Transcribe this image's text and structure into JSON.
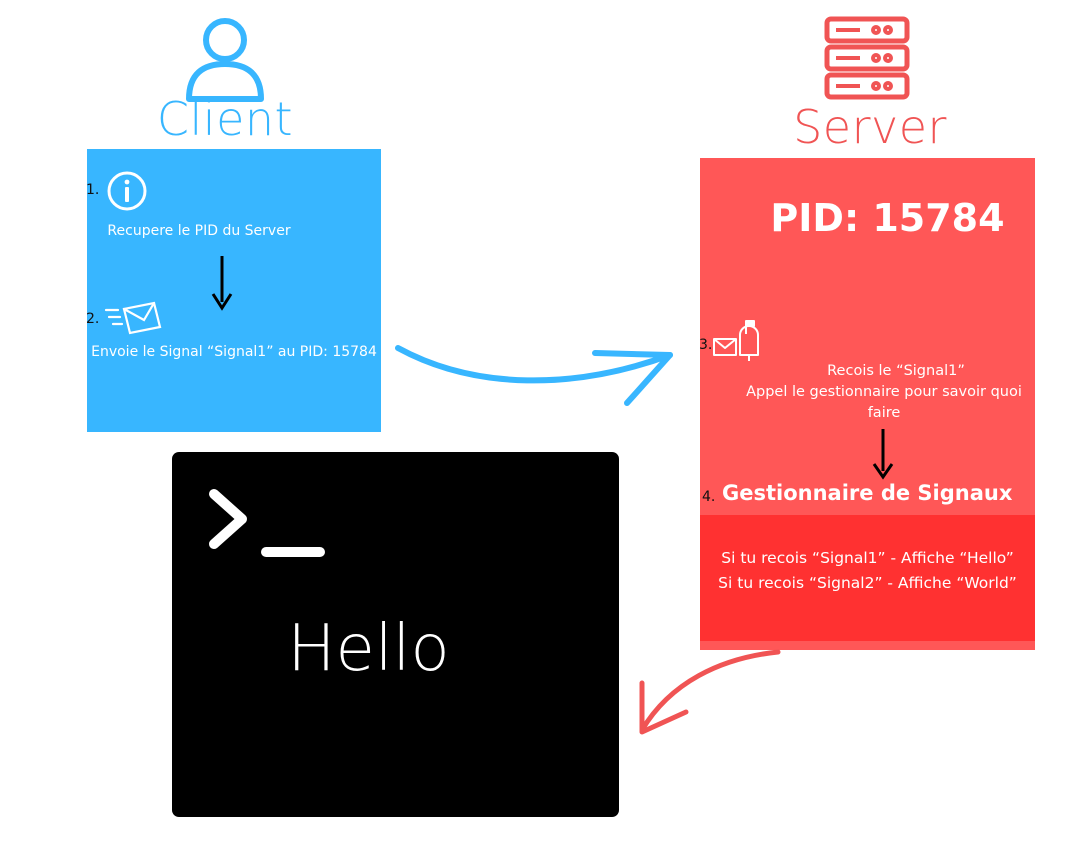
{
  "client": {
    "title": "Client",
    "step1_num": "1.",
    "step1_text": "Recupere le PID du Server",
    "step2_num": "2.",
    "step2_text": "Envoie le Signal “Signal1” au PID: 15784"
  },
  "server": {
    "title": "Server",
    "pid_label": "PID: 15784",
    "step3_num": "3.",
    "step3_line1": "Recois le “Signal1”",
    "step3_line2": "Appel le gestionnaire pour savoir quoi",
    "step3_line3": "faire",
    "step4_num": "4.",
    "step4_title": "Gestionnaire de Signaux",
    "rule1": "Si tu recois “Signal1” - Affiche “Hello”",
    "rule2": "Si tu recois “Signal2” - Affiche “World”"
  },
  "terminal": {
    "output": "Hello"
  },
  "colors": {
    "client_blue": "#38b6ff",
    "server_red": "#ff5757",
    "server_dark_red": "#ff3131",
    "terminal_black": "#000000"
  },
  "icons": {
    "client": "user-icon",
    "server": "server-icon",
    "info": "info-icon",
    "send": "envelope-send-icon",
    "mailbox": "mailbox-icon",
    "prompt": "terminal-prompt-icon"
  }
}
